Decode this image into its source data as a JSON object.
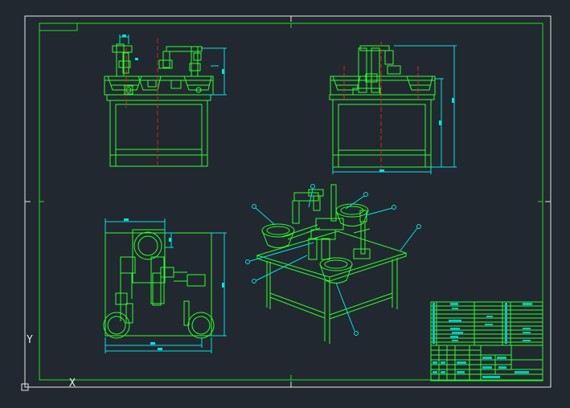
{
  "app": {
    "background": "#212830",
    "colors": {
      "frame": "#e8e8e8",
      "border": "#17e817",
      "part": "#2aff2a",
      "dimension": "#00e5e5",
      "centerline": "#e02020",
      "text_bar": "#00c8c8"
    }
  },
  "ucs": {
    "y_label": "Y",
    "x_label": "X"
  },
  "drawing": {
    "views": [
      {
        "name": "front-view"
      },
      {
        "name": "side-view"
      },
      {
        "name": "top-view"
      },
      {
        "name": "isometric-view"
      }
    ],
    "title_block": {
      "parts_list_rows": 10,
      "info_rows": 4
    }
  }
}
